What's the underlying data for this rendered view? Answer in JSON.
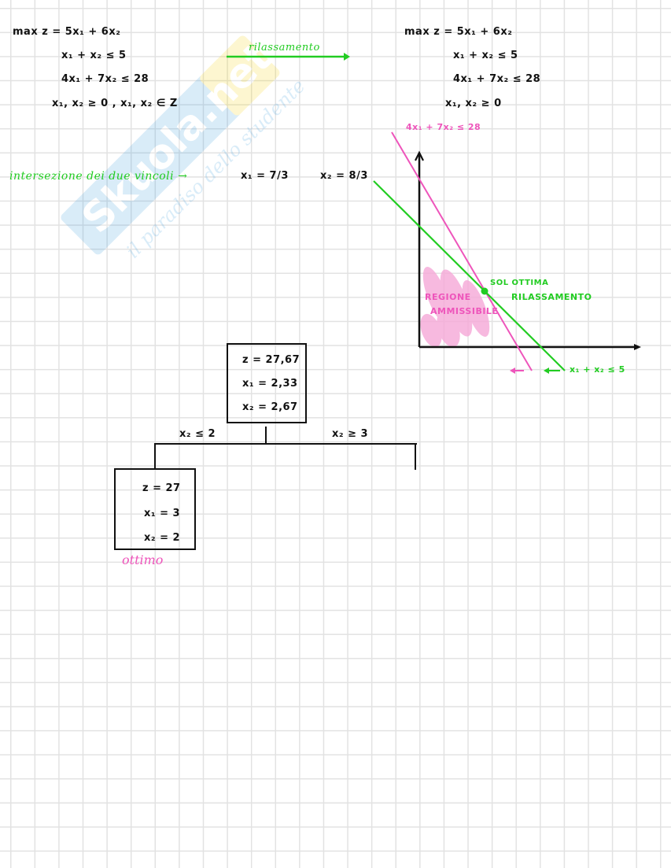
{
  "original_problem": {
    "objective": "max   z = 5x₁ + 6x₂",
    "constraints": [
      "x₁ + x₂ ≤ 5",
      "4x₁ + 7x₂ ≤ 28",
      "x₁, x₂ ≥ 0  ,  x₁, x₂ ∈ Z"
    ]
  },
  "relaxation_arrow_label": "rilassamento",
  "relaxed_problem": {
    "objective": "max   z = 5x₁ + 6x₂",
    "constraints": [
      "x₁ + x₂ ≤ 5",
      "4x₁ + 7x₂ ≤ 28",
      "x₁, x₂ ≥ 0"
    ]
  },
  "intersection": {
    "label": "intersezione  dei  due  vincoli →",
    "x1": "x₁ = 7/3",
    "x2": "x₂ = 8/3"
  },
  "graph": {
    "pink_constraint_label": "4x₁ + 7x₂ ≤ 28",
    "green_constraint_label": "x₁ + x₂ ≤ 5",
    "optimal_label_line1": "SOL OTTIMA",
    "optimal_label_line2": "RILASSAMENTO",
    "region_label_line1": "REGIONE",
    "region_label_line2": "AMMISSIBILE",
    "colors": {
      "pink": "#ee55bb",
      "green": "#22cc22",
      "region_fill": "#f6a8d8"
    }
  },
  "tree": {
    "root": {
      "z": "z = 27,67",
      "x1": "x₁ = 2,33",
      "x2": "x₂ = 2,67"
    },
    "left_branch_label": "x₂ ≤ 2",
    "right_branch_label": "x₂ ≥ 3",
    "left_node": {
      "z": "z = 27",
      "x1": "x₁ = 3",
      "x2": "x₂ = 2"
    },
    "left_node_note": "ottimo"
  },
  "watermark": {
    "brand": "Skuola.net",
    "tagline": "il paradiso dello studente"
  }
}
